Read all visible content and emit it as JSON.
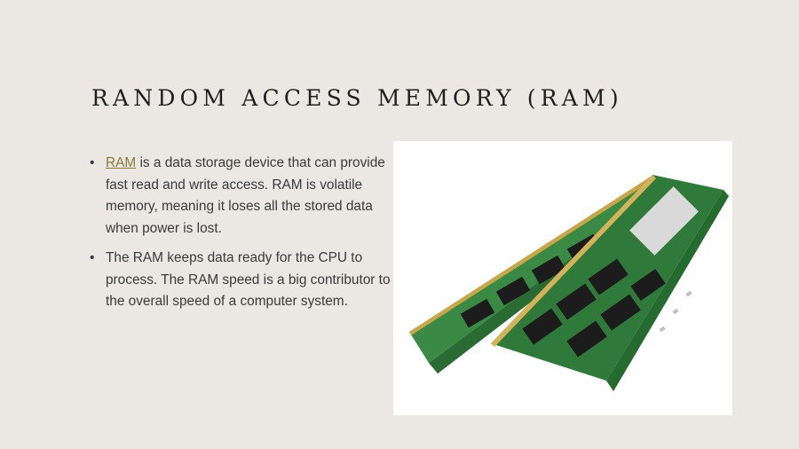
{
  "slide": {
    "title": "RANDOM ACCESS MEMORY (RAM)",
    "bullets": [
      {
        "link_text": "RAM",
        "text": " is a data storage device that can provide fast read and write access. RAM is volatile memory, meaning it loses all the stored data when power is lost."
      },
      {
        "text": "The RAM keeps data ready for the CPU to process. The RAM speed is a big contributor to the overall speed of a computer system."
      }
    ],
    "bullet_glyph": "•",
    "colors": {
      "background": "#ebe8e3",
      "title": "#1f1f1f",
      "body_text": "#3a3a3a",
      "link": "#8a7a3a",
      "pcb_green": "#2f7a3a",
      "gold_contacts": "#c9a64a",
      "chip": "#1c1c1c"
    }
  }
}
